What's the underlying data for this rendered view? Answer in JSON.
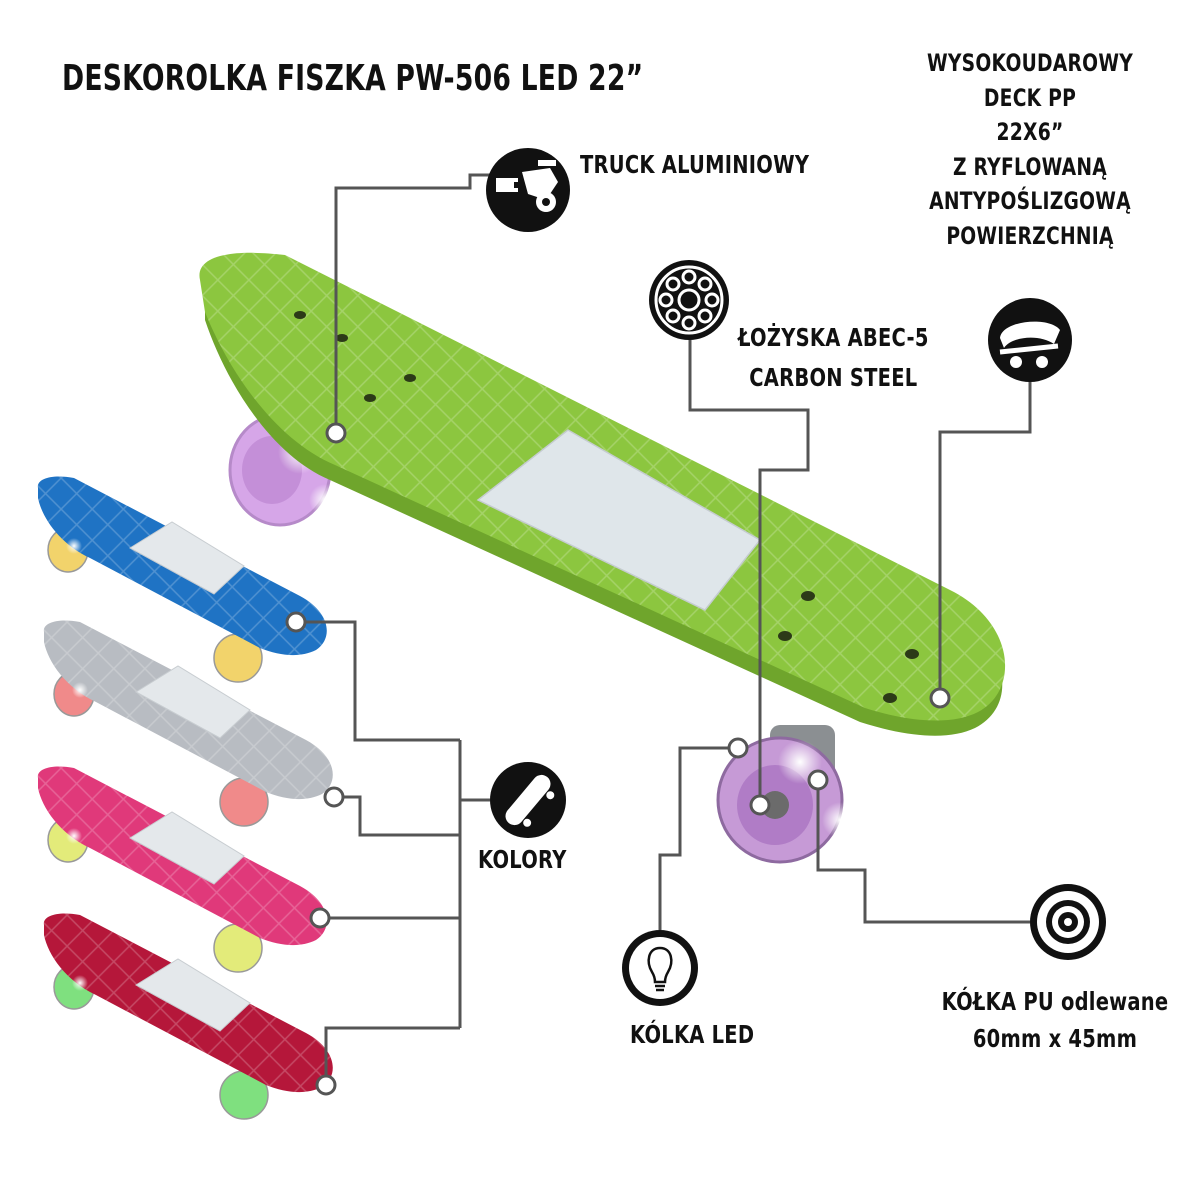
{
  "title": "DESKOROLKA FISZKA PW-506 LED 22”",
  "features": {
    "truck": {
      "label": "TRUCK ALUMINIOWY",
      "icon": "truck-icon"
    },
    "deck": {
      "lines": [
        "WYSOKOUDAROWY",
        "DECK PP",
        "22X6”",
        "Z RYFLOWANĄ",
        "ANTYPOŚLIZGOWĄ",
        "POWIERZCHNIĄ"
      ],
      "icon": "skateboard-deck-icon"
    },
    "bearings": {
      "lines": [
        "ŁOŻYSKA ABEC-5",
        "CARBON STEEL"
      ],
      "icon": "bearing-icon"
    },
    "colors": {
      "label": "KOLORY",
      "icon": "skateboard-icon"
    },
    "led": {
      "label": "KÓLKA LED",
      "icon": "light-bulb-icon"
    },
    "wheels": {
      "lines": [
        "KÓŁKA PU odlewane",
        "60mm x 45mm"
      ],
      "icon": "wheel-icon"
    }
  },
  "boards": [
    {
      "name": "green",
      "deck": "#8cc63f",
      "wheel": "#d6a6e8"
    },
    {
      "name": "blue",
      "deck": "#1f73c4",
      "wheel": "#f2d36b"
    },
    {
      "name": "silver",
      "deck": "#b8bcc2",
      "wheel": "#f08a8a"
    },
    {
      "name": "pink",
      "deck": "#e0397a",
      "wheel": "#e3eb7a"
    },
    {
      "name": "red",
      "deck": "#b5173a",
      "wheel": "#7fe07f"
    }
  ],
  "colors": {
    "line": "#555555",
    "icon_bg": "#111111",
    "text": "#111111"
  }
}
